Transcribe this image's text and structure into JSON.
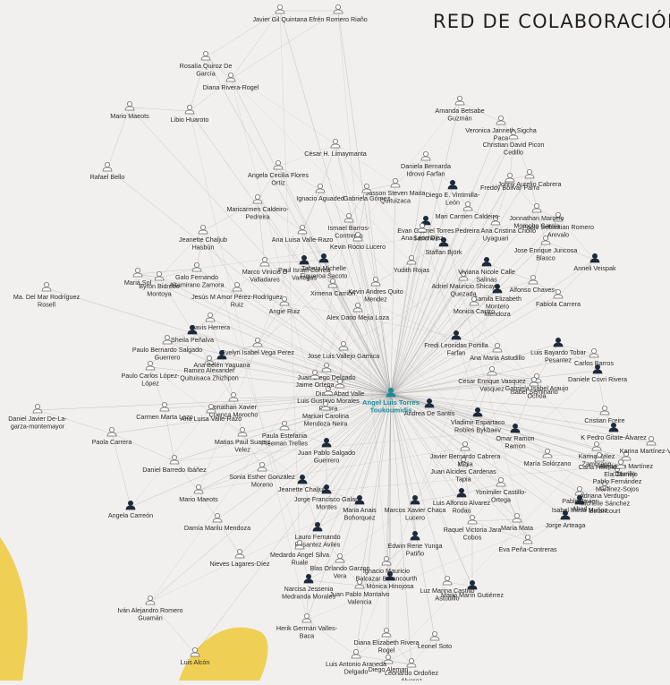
{
  "header": {
    "title": "RED DE COLABORACIÓN"
  },
  "colors": {
    "edge": "#9a9a9a",
    "node_outline": "#6b6b6b",
    "node_filled": "#1e2a3a",
    "center": "#1c8b95",
    "accent_blob": "#f0c93a"
  },
  "network": {
    "center": {
      "name": "Angel Luis Torres\nToukoumidis"
    },
    "nodes": [
      {
        "name": "Javier Gil Quintana"
      },
      {
        "name": "Efrén Romero Riaño"
      },
      {
        "name": "Rosalía Quiroz De\nGarcía"
      },
      {
        "name": "Diana Rivera-Rogel"
      },
      {
        "name": "Mario Maeots"
      },
      {
        "name": "Libio Huaroto"
      },
      {
        "name": "César H. Limaymanta"
      },
      {
        "name": "Rafael Bello"
      },
      {
        "name": "Angela Cecilia Flores\nOrtiz"
      },
      {
        "name": "Maricarmen Caldeiro-\nPedreira"
      },
      {
        "name": "Ignacio Aguaded"
      },
      {
        "name": "Jeanette Chaljub\nHasbún"
      },
      {
        "name": "Ana Luisa Valle-Razo"
      },
      {
        "name": "Ismael Barros-\nContreras"
      },
      {
        "name": "Tabata Michelle\nFigueroa Sacoto"
      },
      {
        "name": "Mariá Sol"
      },
      {
        "name": "Byron Bidrobo\nMontoya"
      },
      {
        "name": "Galo Fernando\nAltamirano Zamora"
      },
      {
        "name": "Marco Vinicio O\nValladares"
      },
      {
        "name": "Paul Israel Correa\nVanegas"
      },
      {
        "name": "Jesús M Amor Pérez-Rodríguez\nRuiz"
      },
      {
        "name": "Ximena Carrión"
      },
      {
        "name": "Kevin Andres Quito\nMendez"
      },
      {
        "name": "Angie Ruiz"
      },
      {
        "name": "Alex Dario Mejia Loza"
      },
      {
        "name": "Ma. Del Mar Rodríguez\nRosell"
      },
      {
        "name": "Davis Herrera"
      },
      {
        "name": "Sheila Peñalva"
      },
      {
        "name": "Paulo Bernardo Salgado\nGuerrero"
      },
      {
        "name": "Evelyn Isabel Vega Perez"
      },
      {
        "name": "Jose Luis Vallejo Garnica"
      },
      {
        "name": "Ramiro Alexander\nQuituisaca Zhizhpon"
      },
      {
        "name": "Juan Diego Delgado"
      },
      {
        "name": "Diana Abad Valle"
      },
      {
        "name": "Paulo Carlos López-\nLópez"
      },
      {
        "name": "Luis Gustavo Morales\nRivera"
      },
      {
        "name": "Jonathan Xavier\nCuenca Morocho"
      },
      {
        "name": "Ana Luisa Valle-Razo"
      },
      {
        "name": "Daniel Javier De-La-\ngarza-montemayor"
      },
      {
        "name": "Carmen Marta Lazo"
      },
      {
        "name": "Mariuxi Carolina\nMendoza Neira"
      },
      {
        "name": "Paola Carrera"
      },
      {
        "name": "Matias Paul Suarez\nVelez"
      },
      {
        "name": "Paula Estefania\nFreeman Trelles"
      },
      {
        "name": "Juan Pablo Salgado\nGuerrero"
      },
      {
        "name": "Daniel Barredo Ibáñez"
      },
      {
        "name": "Sonia Esther González\nMoreno"
      },
      {
        "name": "Jeanette Chaljub"
      },
      {
        "name": "Mario Maeots"
      },
      {
        "name": "Angela Carreón"
      },
      {
        "name": "Damía Marilu Mendoza"
      },
      {
        "name": "Jorge Francisco Galan\nMontes"
      },
      {
        "name": "Maria Anais\nBohorquez"
      },
      {
        "name": "Marcos Xavier Chaca\nLucero"
      },
      {
        "name": "Lauro Fernando\nPesantez Aviles"
      },
      {
        "name": "Medardo Angel Silva\nRuale"
      },
      {
        "name": "Blas Orlando Garzon\nVera"
      },
      {
        "name": "Nieves Lagares-Díez"
      },
      {
        "name": "Ignacio Mauricio\nBalcazar Betancourth"
      },
      {
        "name": "Edwin Rene Yunga\nPatiño"
      },
      {
        "name": "Mónica Hinojosa"
      },
      {
        "name": "Narcisa Jessenia\nMedranda Morales"
      },
      {
        "name": "Juan Pablo Montalvo\nValencia"
      },
      {
        "name": "Luz Marina Castillo\nAstudillo"
      },
      {
        "name": "Iván Alejandro Romero\nGuamán"
      },
      {
        "name": "Herik Germán Valles-\nBaca"
      },
      {
        "name": "Luis Alcón"
      },
      {
        "name": "Diana Elizabeth Rivera\nRogel"
      },
      {
        "name": "Leonel Soto"
      },
      {
        "name": "Diego Aleman"
      },
      {
        "name": "Luis Antonio Araneda\nDelgado"
      },
      {
        "name": "Leonardo Ordoñez\nAlvarez"
      },
      {
        "name": "Mario Marín Gutiérrez"
      },
      {
        "name": "Eva Peña-Contreras"
      },
      {
        "name": "Maria Mata"
      },
      {
        "name": "Raquel Victoria Jara\nCobos"
      },
      {
        "name": "Luis Alfonso Alvarez\nRodas"
      },
      {
        "name": "Yonimiler Castillo-\nOrtega"
      },
      {
        "name": "Pablo Javier\nAbad"
      },
      {
        "name": "Jorge Arteaga"
      },
      {
        "name": "Isabel Mesa Muñoz"
      },
      {
        "name": "Adriana Verdugo-\nMichelle Sánchez\nBetancourt"
      },
      {
        "name": "Juan Alcides Cardenas\nTapia"
      },
      {
        "name": "Javier Bernardo Cabrera\nMejia"
      },
      {
        "name": "Pablo Fernández\nMartínez-Sojos"
      },
      {
        "name": "Alejandro Martínez\nMurillo"
      },
      {
        "name": "Karina Vélez\nZambrano"
      },
      {
        "name": "Carla Hermida"
      },
      {
        "name": "Ela Cornejo"
      },
      {
        "name": "María Solórzano"
      },
      {
        "name": "Karina Martínez-Vilela"
      },
      {
        "name": "K Pedro Gitate-Álvarez"
      },
      {
        "name": "Vladimir Espartaco\nRobles Bykbaev"
      },
      {
        "name": "Omar Ramon\nRamon"
      },
      {
        "name": "Andrea De Santis"
      },
      {
        "name": "Gabriela Isabel Araujo\nOchoa"
      },
      {
        "name": "Cesar Enrique Vasquez\nVasquez"
      },
      {
        "name": "Ana Maria Astudillo"
      },
      {
        "name": "Isabel Seminario"
      },
      {
        "name": "Daniele Covri Rivera"
      },
      {
        "name": "Luis Bayardo Tobar\nPesantez"
      },
      {
        "name": "Carlos Barros"
      },
      {
        "name": "Fredi Leonidas Portilla\nFarfan"
      },
      {
        "name": "Camila Elizabeth\nMontero\nMendoza"
      },
      {
        "name": "Adriel Mauricio Shicay\nQuezada"
      },
      {
        "name": "Alfonso Chaves-"
      },
      {
        "name": "Viviana Nicole Calle\nSalinas"
      },
      {
        "name": "Staffan Björk"
      },
      {
        "name": "Anneli Veispak"
      },
      {
        "name": "Jose Enrique Juncosa\nBlasco"
      },
      {
        "name": "Paolo Sebastian Romero\nArevalo"
      },
      {
        "name": "Jonnathan Marcelo\nMorocho Garcia"
      },
      {
        "name": "Pedreira Ana Cristina Criollo\nUyaguari"
      },
      {
        "name": "Mari Carmen Caldeiro-"
      },
      {
        "name": "Evan Gabriel Torres\nSanchez"
      },
      {
        "name": "Ana Leon Diaz"
      },
      {
        "name": "Jasson Steven Maita\nQuituizaca"
      },
      {
        "name": "Diego E. Vintimilla-\nLeón"
      },
      {
        "name": "Daniela Bernarda\nIdrovo Farfan"
      },
      {
        "name": "Freddy Bolivar Parra"
      },
      {
        "name": "Johny Aurelio Cabrera"
      },
      {
        "name": "Christian David Picon\nCedillo"
      },
      {
        "name": "Veronica Janneth Sigcha\nPaca"
      },
      {
        "name": "Amanda Betsabe\nGuzmán"
      },
      {
        "name": "Fabiola Carrera"
      },
      {
        "name": "Cristian Freire"
      },
      {
        "name": "Gabriela Gómez"
      },
      {
        "name": "Yudith Rojas"
      },
      {
        "name": "Kevin Rocio Lucero"
      },
      {
        "name": "Monica Castro"
      },
      {
        "name": "Jaime Ortega"
      },
      {
        "name": "Ana Belén Yaguana"
      }
    ]
  }
}
